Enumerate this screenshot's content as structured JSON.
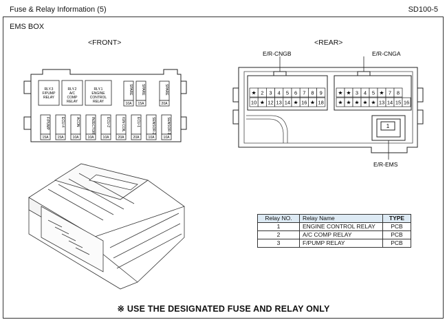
{
  "header": {
    "title": "Fuse & Relay Information (5)",
    "code": "SD100-5"
  },
  "section_title": "EMS BOX",
  "front": {
    "label": "<FRONT>",
    "relays": [
      {
        "lines": [
          "RLY.3",
          "F/PUMP",
          "RELAY"
        ]
      },
      {
        "lines": [
          "RLY.2",
          "A/C",
          "COMP",
          "RELAY"
        ]
      },
      {
        "lines": [
          "RLY.1",
          "ENGINE",
          "CONTROL",
          "RELAY"
        ]
      }
    ],
    "top_fuses": [
      {
        "name": "SPARE",
        "rating": "10A"
      },
      {
        "name": "SPARE",
        "rating": "15A"
      },
      {
        "name": "SPARE",
        "rating": "20A"
      }
    ],
    "bottom_fuses": [
      {
        "name": "F/PUMP",
        "rating": "15A"
      },
      {
        "name": "ECU-4",
        "rating": "15A"
      },
      {
        "name": "ACON",
        "rating": "10A"
      },
      {
        "name": "INJECTOR",
        "rating": "10A"
      },
      {
        "name": "ECU-2",
        "rating": "10A"
      },
      {
        "name": "IGN COIL",
        "rating": "20A"
      },
      {
        "name": "ECU-1",
        "rating": "20A"
      },
      {
        "name": "SENSOR-2",
        "rating": "10A"
      },
      {
        "name": "SENSOR-1",
        "rating": "10A"
      }
    ]
  },
  "rear": {
    "label": "<REAR>",
    "conn_b_label": "E/R-CNGB",
    "conn_a_label": "E/R-CNGA",
    "ems_label": "E/R-EMS",
    "ems_pin": "1",
    "conn_b_row1": [
      "★",
      "2",
      "3",
      "4",
      "5",
      "6",
      "7",
      "8",
      "9"
    ],
    "conn_b_row2": [
      "10",
      "★",
      "12",
      "13",
      "14",
      "★",
      "16",
      "★",
      "18"
    ],
    "conn_a_row1": [
      "★",
      "★",
      "3",
      "4",
      "5",
      "★",
      "7",
      "8"
    ],
    "conn_a_row2": [
      "★",
      "★",
      "★",
      "★",
      "★",
      "13",
      "14",
      "15",
      "16"
    ]
  },
  "relay_table": {
    "headers": [
      "Relay NO.",
      "Relay Name",
      "TYPE"
    ],
    "rows": [
      [
        "1",
        "ENGINE CONTROL RELAY",
        "PCB"
      ],
      [
        "2",
        "A/C COMP RELAY",
        "PCB"
      ],
      [
        "3",
        "F/PUMP RELAY",
        "PCB"
      ]
    ]
  },
  "note": "※ USE THE DESIGNATED FUSE AND RELAY ONLY"
}
